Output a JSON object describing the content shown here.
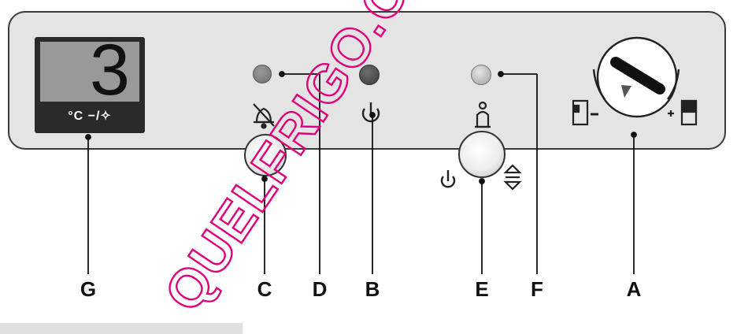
{
  "display": {
    "value": "3",
    "label": "°C  −/✧"
  },
  "callouts": [
    "G",
    "C",
    "D",
    "B",
    "E",
    "F",
    "A"
  ],
  "watermark": "QUELFRIGO.COM",
  "colors": {
    "panel": "#e4e4e4",
    "watermark": "#e0007a",
    "led_d": "#7a7a7a",
    "led_b": "#4a4a4a",
    "led_f": "#bdbdbd"
  },
  "icons": [
    "alarm-off-icon",
    "power-icon",
    "penguin-icon",
    "standby-icon",
    "up-down-arrows-icon",
    "fridge-icon",
    "fridge-freezer-icon"
  ]
}
